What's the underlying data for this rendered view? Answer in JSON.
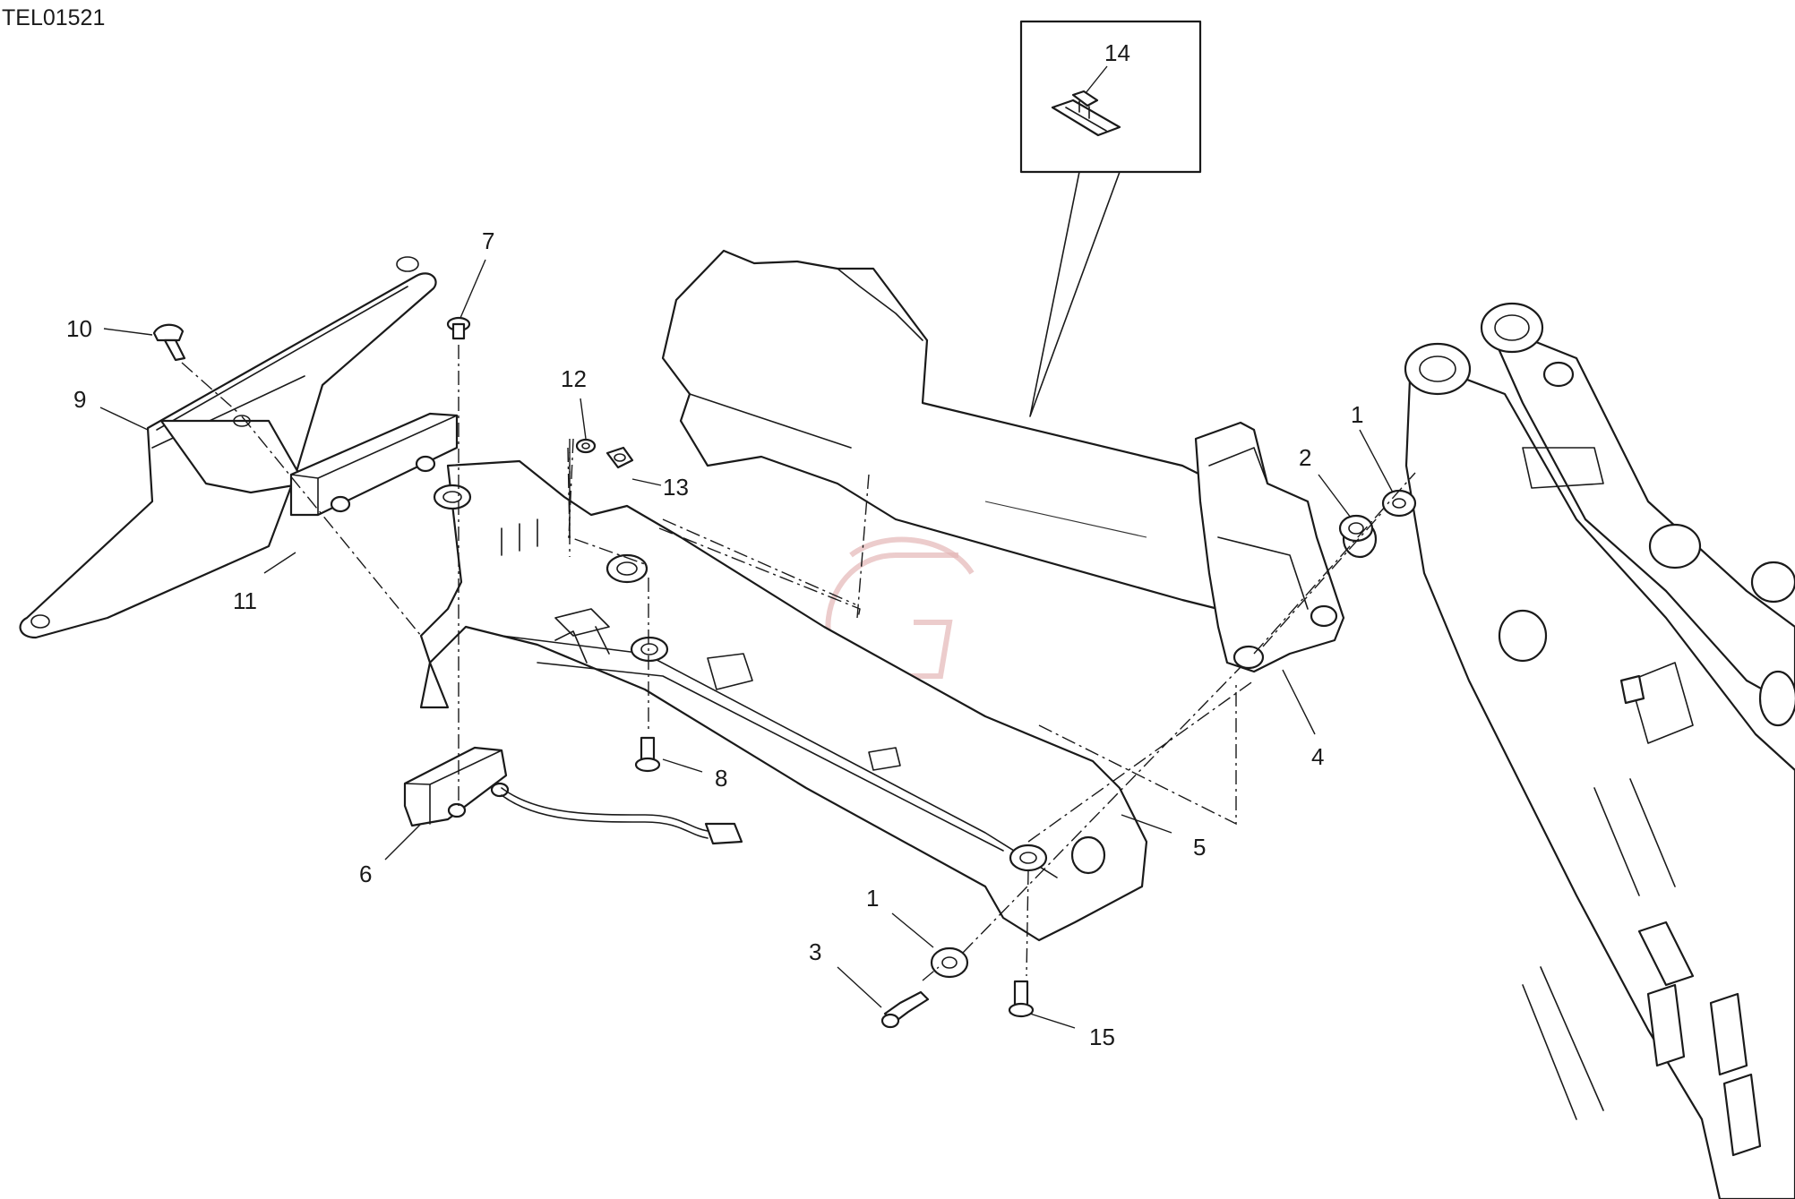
{
  "reference_code": "TEL01521",
  "callouts": [
    {
      "id": "c1a",
      "label": "1"
    },
    {
      "id": "c1b",
      "label": "1"
    },
    {
      "id": "c2",
      "label": "2"
    },
    {
      "id": "c3",
      "label": "3"
    },
    {
      "id": "c4",
      "label": "4"
    },
    {
      "id": "c5",
      "label": "5"
    },
    {
      "id": "c6",
      "label": "6"
    },
    {
      "id": "c7",
      "label": "7"
    },
    {
      "id": "c8",
      "label": "8"
    },
    {
      "id": "c9",
      "label": "9"
    },
    {
      "id": "c10",
      "label": "10"
    },
    {
      "id": "c11",
      "label": "11"
    },
    {
      "id": "c12",
      "label": "12"
    },
    {
      "id": "c13",
      "label": "13"
    },
    {
      "id": "c14",
      "label": "14"
    },
    {
      "id": "c15",
      "label": "15"
    }
  ],
  "colors": {
    "line": "#1a1a1a",
    "watermark": "#e4b7b7",
    "background": "#ffffff"
  }
}
